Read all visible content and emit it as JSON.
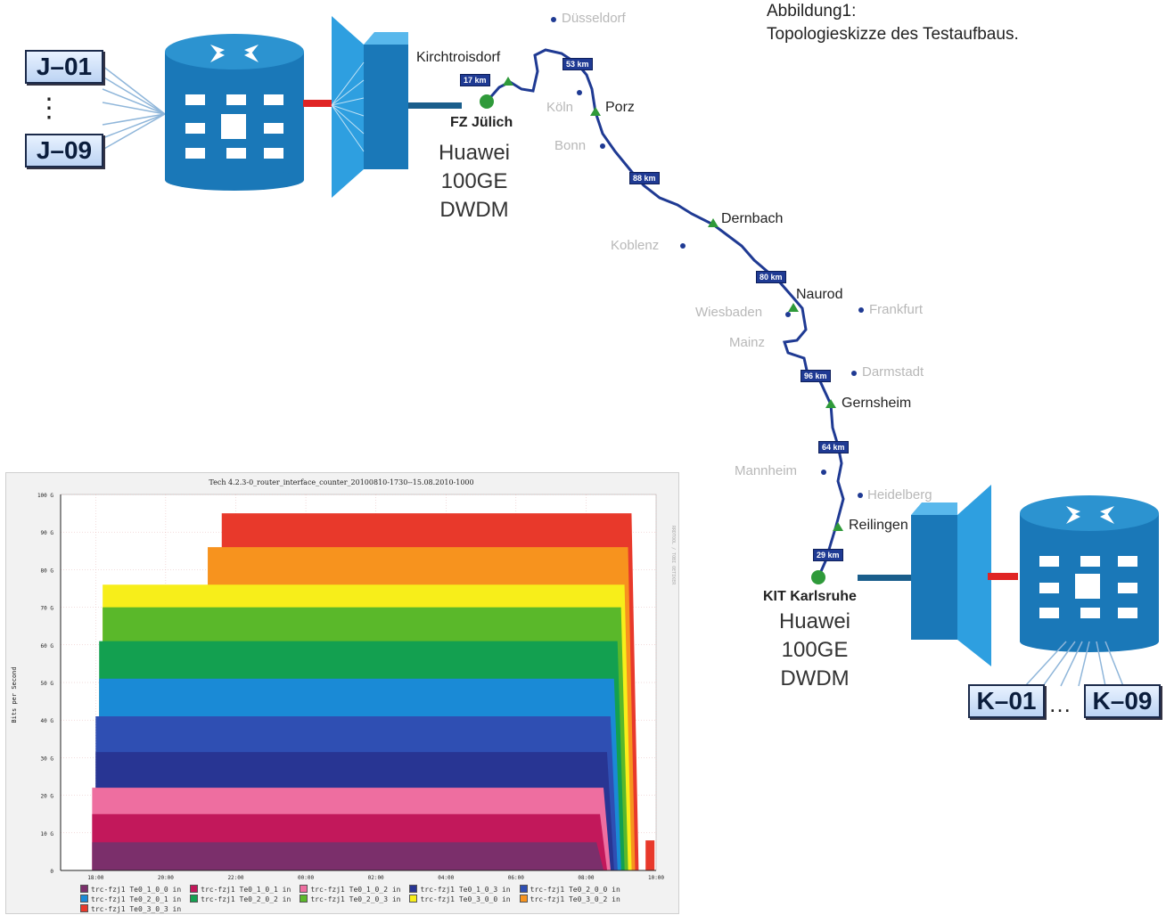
{
  "caption": {
    "line1": "Abbildung1:",
    "line2": "Topologieskizze des Testaufbaus."
  },
  "left_site": {
    "nodes_top": "J–01",
    "nodes_dots": "⋮",
    "nodes_bottom": "J–09",
    "name": "FZ Jülich",
    "line1": "Huawei",
    "line2": "100GE",
    "line3": "DWDM"
  },
  "right_site": {
    "nodes_left": "K–01",
    "nodes_dots": "…",
    "nodes_right": "K–09",
    "name": "KIT Karlsruhe",
    "line1": "Huawei",
    "line2": "100GE",
    "line3": "DWDM"
  },
  "route": {
    "stations": [
      "Kirchtroisdorf",
      "Porz",
      "Dernbach",
      "Naurod",
      "Gernsheim",
      "Reilingen"
    ],
    "segments": [
      "17 km",
      "53 km",
      "88 km",
      "80 km",
      "96 km",
      "64 km",
      "29 km"
    ],
    "cities": [
      "Düsseldorf",
      "Köln",
      "Bonn",
      "Koblenz",
      "Wiesbaden",
      "Frankfurt",
      "Mainz",
      "Darmstadt",
      "Mannheim",
      "Heidelberg"
    ]
  },
  "colors": {
    "route": "#1f3a93",
    "station": "#2f9a3a",
    "city": "#1f3a93",
    "device": "#1a78b8",
    "link": "#e02424"
  },
  "chart_data": {
    "type": "area",
    "title": "Tech 4.2.3-0_router_interface_counter_20100810-1730--15.08.2010-1000",
    "ylabel": "Bits per Second",
    "side_label": "RRDTOOL / TOBI OETIKER",
    "ylim": [
      0,
      100
    ],
    "ytick_labels": [
      "0",
      "10 G",
      "20 G",
      "30 G",
      "40 G",
      "50 G",
      "60 G",
      "70 G",
      "80 G",
      "90 G",
      "100 G"
    ],
    "xtick_labels": [
      "18:00",
      "20:00",
      "22:00",
      "00:00",
      "02:00",
      "04:00",
      "06:00",
      "08:00",
      "10:00"
    ],
    "x_range": [
      17.0,
      34.0
    ],
    "series": [
      {
        "name": "trc-fzj1 Te0_1_0_0 in",
        "color": "#7b2f6b",
        "start": 17.9,
        "end": 32.4,
        "top": 7.5
      },
      {
        "name": "trc-fzj1 Te0_1_0_1 in",
        "color": "#c2185b",
        "start": 17.9,
        "end": 32.5,
        "top": 15
      },
      {
        "name": "trc-fzj1 Te0_1_0_2 in",
        "color": "#ee6ea0",
        "start": 17.9,
        "end": 32.6,
        "top": 22
      },
      {
        "name": "trc-fzj1 Te0_1_0_3 in",
        "color": "#283593",
        "start": 18.0,
        "end": 32.7,
        "top": 31.5
      },
      {
        "name": "trc-fzj1 Te0_2_0_0 in",
        "color": "#2f4fb3",
        "start": 18.0,
        "end": 32.8,
        "top": 41
      },
      {
        "name": "trc-fzj1 Te0_2_0_1 in",
        "color": "#1a8ad6",
        "start": 18.1,
        "end": 32.9,
        "top": 51
      },
      {
        "name": "trc-fzj1 Te0_2_0_2 in",
        "color": "#13a050",
        "start": 18.1,
        "end": 33.0,
        "top": 61
      },
      {
        "name": "trc-fzj1 Te0_2_0_3 in",
        "color": "#5ab82a",
        "start": 18.2,
        "end": 33.1,
        "top": 70
      },
      {
        "name": "trc-fzj1 Te0_3_0_0 in",
        "color": "#f7ee1a",
        "start": 18.2,
        "end": 33.2,
        "top": 76
      },
      {
        "name": "trc-fzj1 Te0_3_0_2 in",
        "color": "#f7931e",
        "start": 21.2,
        "end": 33.3,
        "top": 86
      },
      {
        "name": "trc-fzj1 Te0_3_0_3 in",
        "color": "#e8392b",
        "start": 21.6,
        "end": 33.4,
        "top": 95
      }
    ]
  }
}
